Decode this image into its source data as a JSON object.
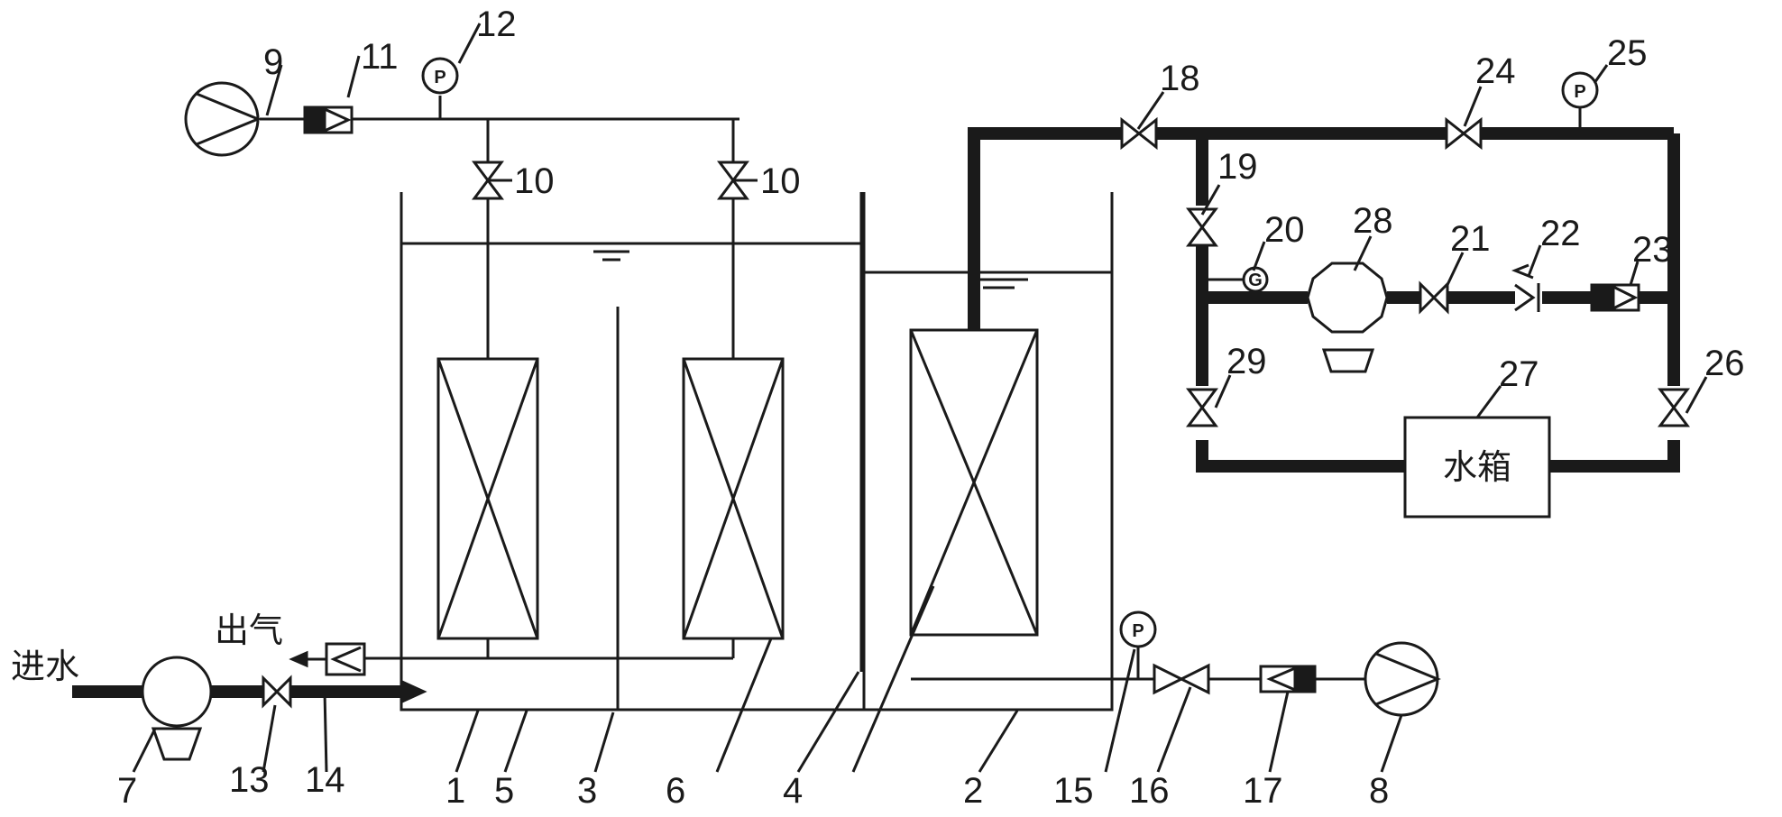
{
  "texts": {
    "inlet": "进水",
    "gas_out": "出气",
    "water_tank": "水箱",
    "gauge_letter": "P"
  },
  "numbers": {
    "n1": "1",
    "n2": "2",
    "n3": "3",
    "n4": "4",
    "n5": "5",
    "n6": "6",
    "n7": "7",
    "n8": "8",
    "n9": "9",
    "n10a": "10",
    "n10b": "10",
    "n11": "11",
    "n12": "12",
    "n13": "13",
    "n14": "14",
    "n15": "15",
    "n16": "16",
    "n17": "17",
    "n18": "18",
    "n19": "19",
    "n20": "20",
    "n21": "21",
    "n22": "22",
    "n23": "23",
    "n24": "24",
    "n25": "25",
    "n26": "26",
    "n27": "27",
    "n28": "28",
    "n29": "29"
  },
  "colors": {
    "line": "#1a1a1a",
    "background": "#ffffff"
  }
}
